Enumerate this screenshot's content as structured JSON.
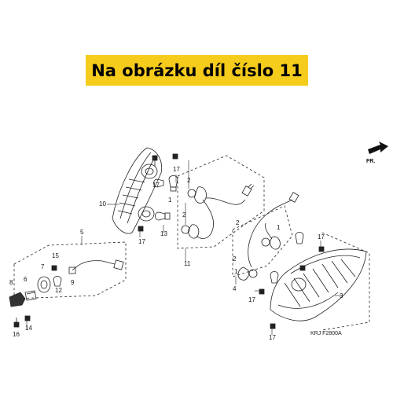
{
  "banner": {
    "text": "Na obrázku díl číslo 11",
    "color": "#f5cc1c"
  },
  "direction_label": "FR.",
  "drawing_code": "KRJ F2800A",
  "callouts": [
    "1",
    "2",
    "3",
    "4",
    "5",
    "6",
    "7",
    "8",
    "9",
    "10",
    "11",
    "12",
    "13",
    "14",
    "15",
    "16",
    "17"
  ],
  "icons": [
    "direction-arrow-icon"
  ]
}
